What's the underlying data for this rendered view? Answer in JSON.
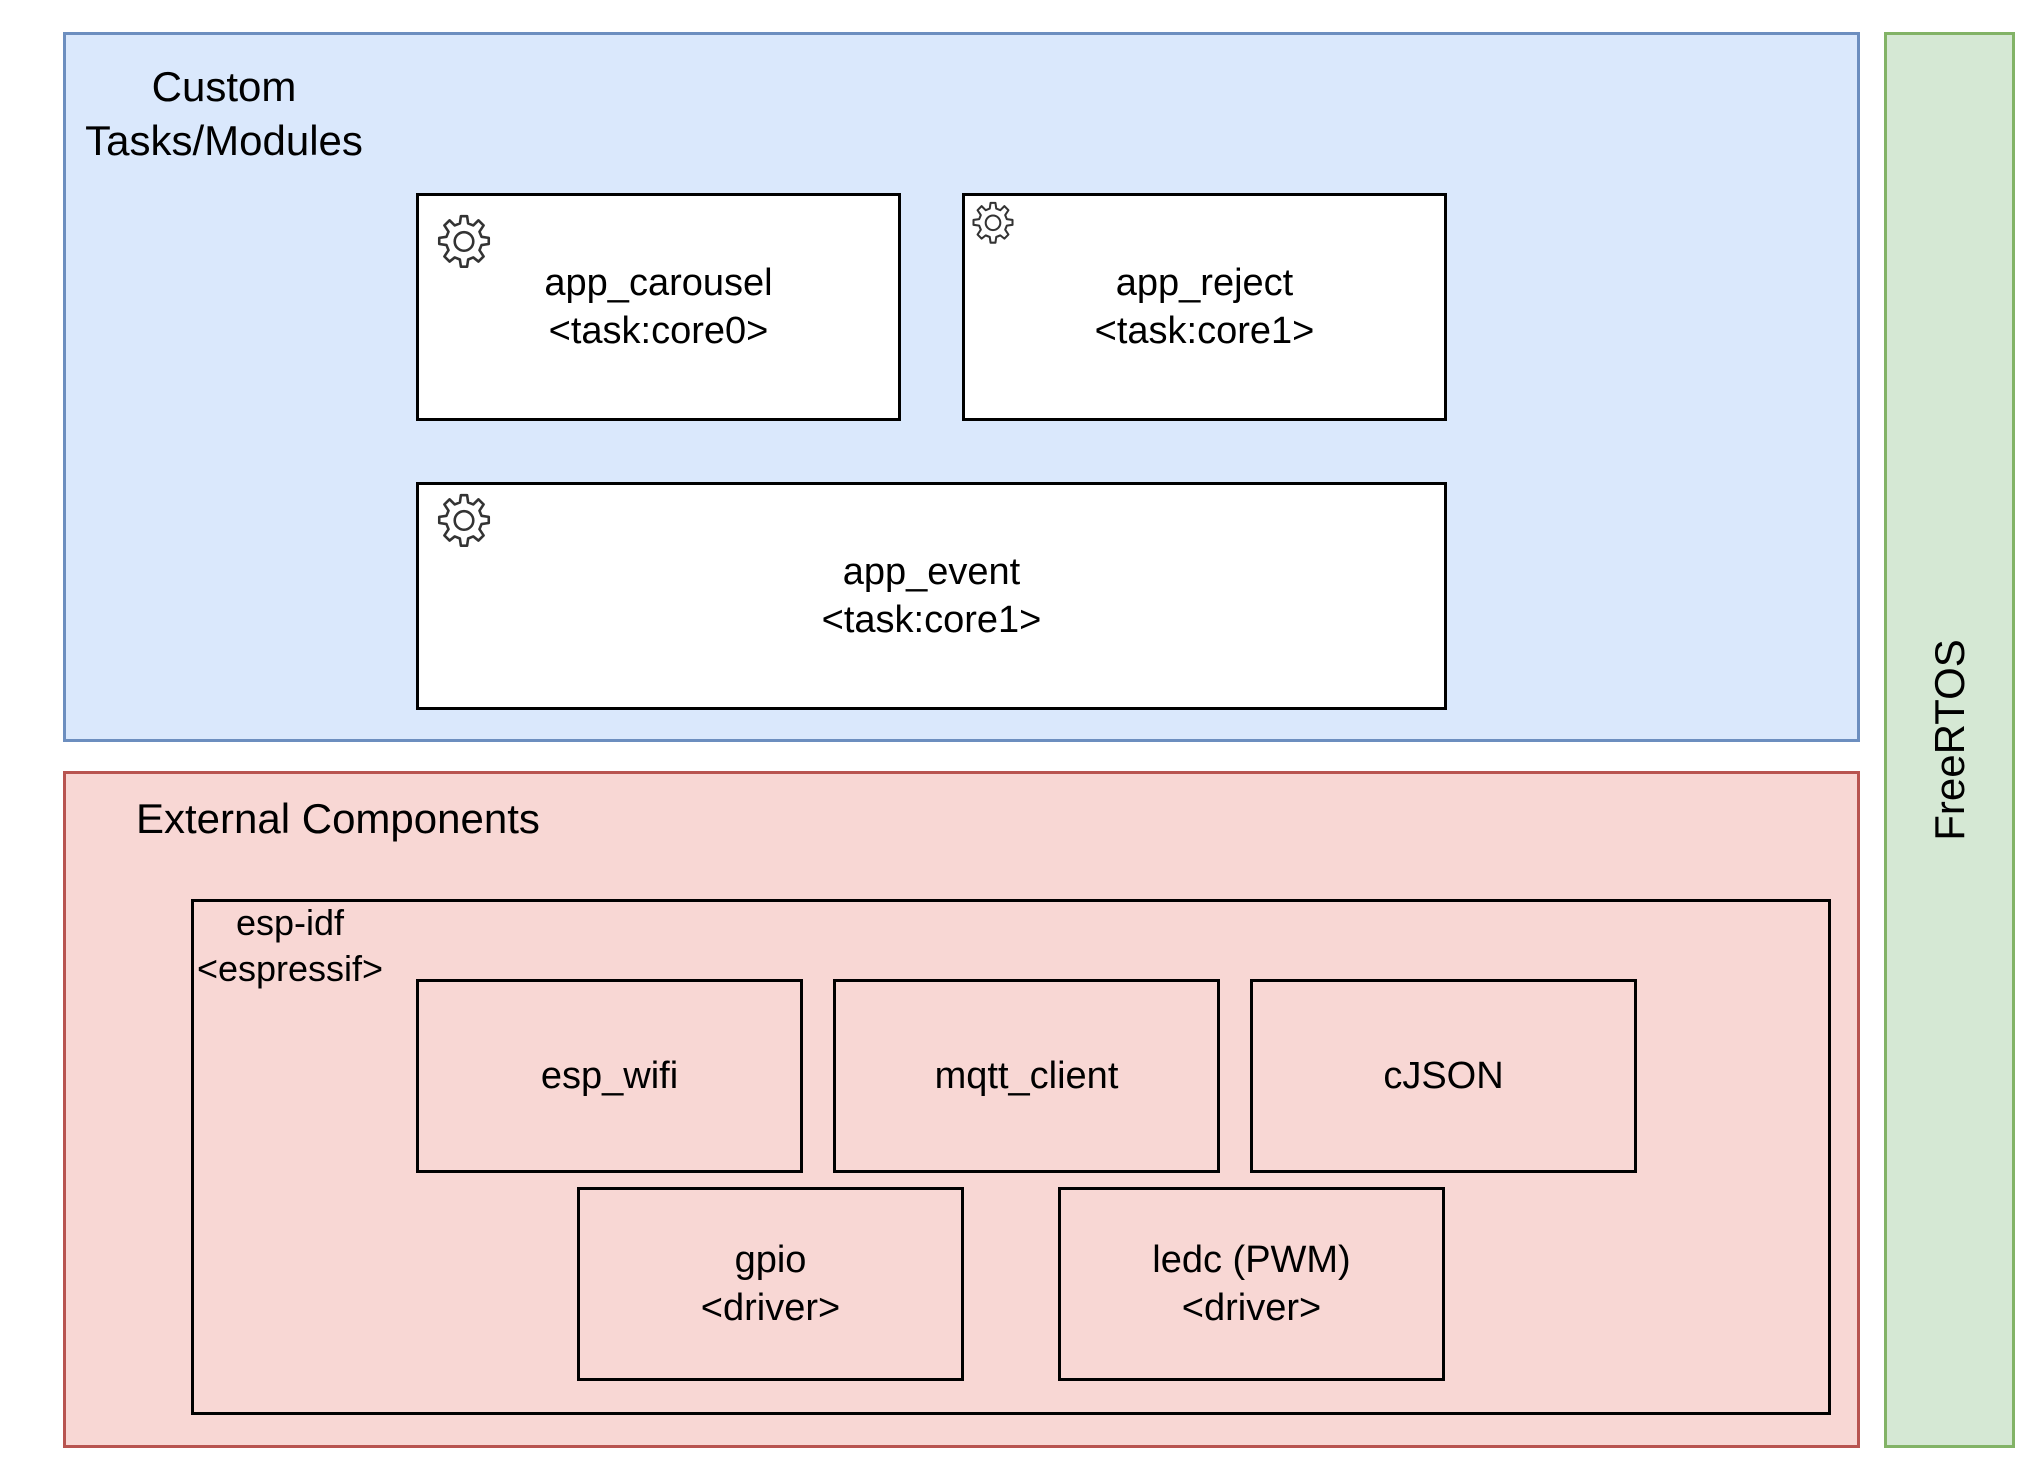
{
  "containers": {
    "custom": {
      "title_line1": "Custom",
      "title_line2": "Tasks/Modules",
      "fill": "#dae8fc",
      "stroke": "#6c8ebf"
    },
    "external": {
      "title": "External Components",
      "fill": "#f8d7d4",
      "stroke": "#b85450"
    },
    "freertos": {
      "title": "FreeRTOS",
      "fill": "#d5e8d4",
      "stroke": "#82b366"
    }
  },
  "tasks": [
    {
      "name": "app_carousel",
      "detail": "<task:core0>",
      "icon": "gear-icon"
    },
    {
      "name": "app_reject",
      "detail": "<task:core1>",
      "icon": "gear-icon"
    },
    {
      "name": "app_event",
      "detail": "<task:core1>",
      "icon": "gear-icon"
    }
  ],
  "esp_idf": {
    "name": "esp-idf",
    "vendor": "<espressif>",
    "components": [
      {
        "name": "esp_wifi"
      },
      {
        "name": "mqtt_client"
      },
      {
        "name": "cJSON"
      },
      {
        "name": "gpio",
        "detail": "<driver>"
      },
      {
        "name": "ledc (PWM)",
        "detail": "<driver>"
      }
    ]
  }
}
